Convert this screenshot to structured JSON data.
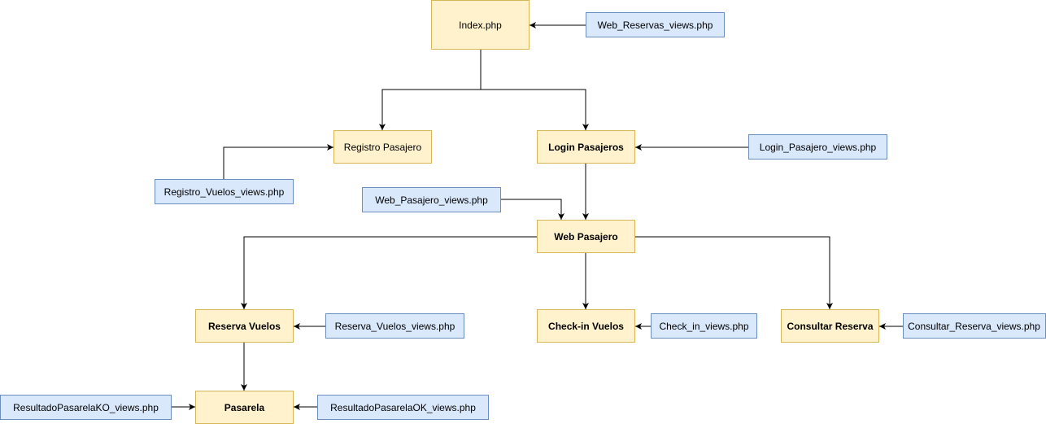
{
  "colors": {
    "page_fill": "#fff2cc",
    "page_stroke": "#d6b656",
    "view_fill": "#dae8fc",
    "view_stroke": "#6c8ebf",
    "edge": "#000000"
  },
  "pages": {
    "index": "Index.php",
    "registro": "Registro Pasajero",
    "login": "Login Pasajeros",
    "web": "Web Pasajero",
    "reserva": "Reserva Vuelos",
    "checkin": "Check-in Vuelos",
    "consultar": "Consultar Reserva",
    "pasarela": "Pasarela"
  },
  "views": {
    "web_reservas": "Web_Reservas_views.php",
    "login_pasajero": "Login_Pasajero_views.php",
    "registro_vuelos": "Registro_Vuelos_views.php",
    "web_pasajero": "Web_Pasajero_views.php",
    "reserva_vuelos": "Reserva_Vuelos_views.php",
    "check_in": "Check_in_views.php",
    "consultar_reserva": "Consultar_Reserva_views.php",
    "pasarela_ko": "ResultadoPasarelaKO_views.php",
    "pasarela_ok": "ResultadoPasarelaOK_views.php"
  }
}
